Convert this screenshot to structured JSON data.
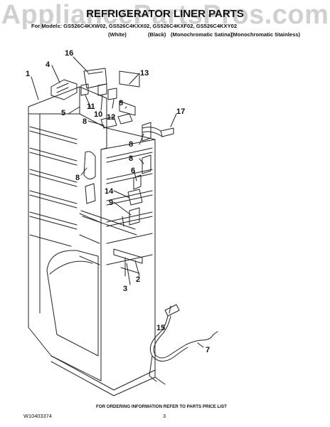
{
  "watermark": "AppliancePartsPros.com",
  "title": "REFRIGERATOR LINER PARTS",
  "models_line": "For Models: GS526C4KXW02, GS526C4KXX02, GS526C4KXF02, GS526C4KXY02",
  "variants": [
    "(White)",
    "(Black)",
    "(Monochromatic Satina)",
    "(Monochromatic Stainless)"
  ],
  "callouts": [
    "1",
    "2",
    "3",
    "4",
    "5",
    "6",
    "7",
    "8",
    "8",
    "8",
    "8",
    "8",
    "9",
    "10",
    "11",
    "12",
    "13",
    "14",
    "15",
    "16",
    "17"
  ],
  "footer": {
    "note": "FOR ORDERING INFORMATION REFER TO PARTS PRICE LIST",
    "doc_number": "W10403374",
    "page_number": "3"
  }
}
